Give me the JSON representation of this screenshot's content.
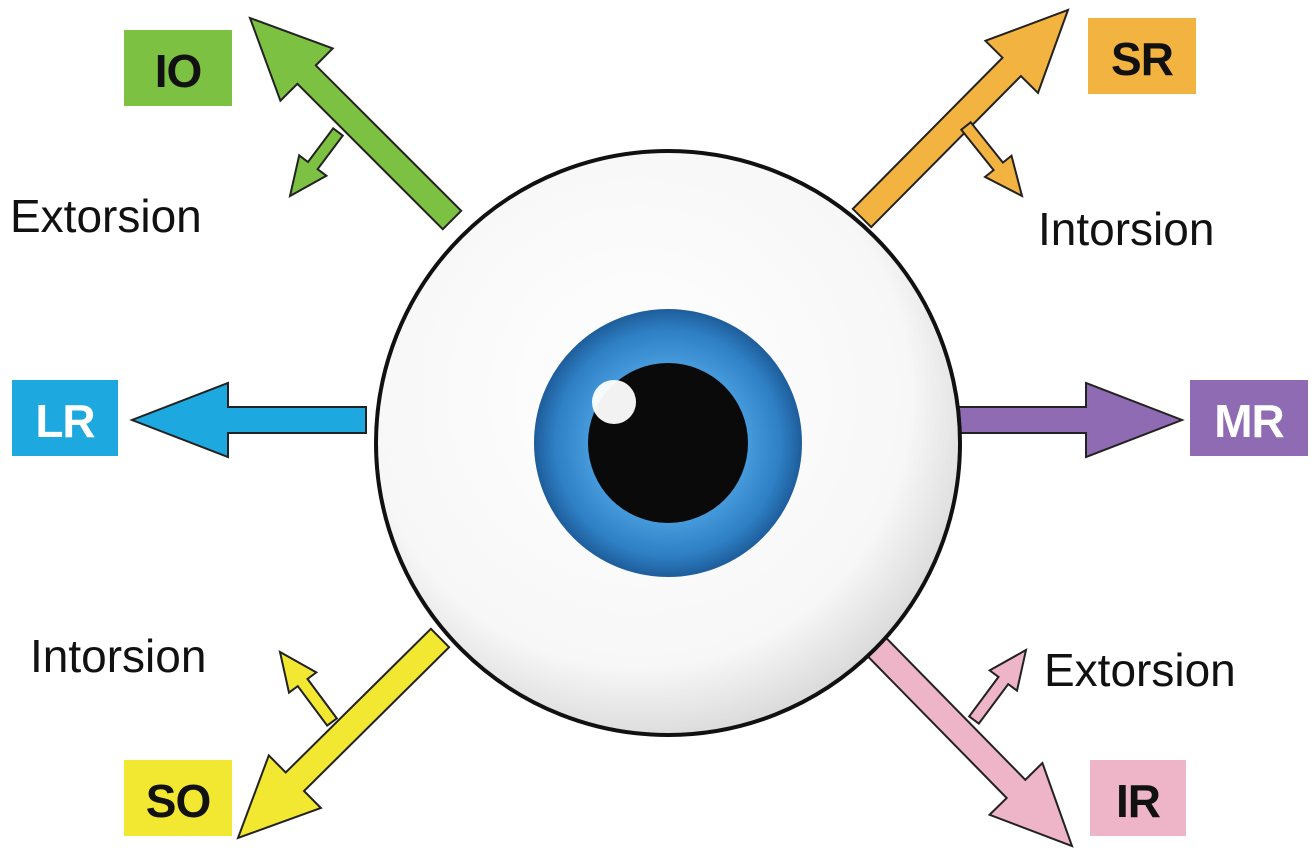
{
  "muscles": {
    "io": {
      "label": "IO",
      "color": "#7dc142",
      "text_color": "#111111"
    },
    "sr": {
      "label": "SR",
      "color": "#f3b340",
      "text_color": "#111111"
    },
    "lr": {
      "label": "LR",
      "color": "#1ea8e0",
      "text_color": "#ffffff"
    },
    "mr": {
      "label": "MR",
      "color": "#8e6bb3",
      "text_color": "#ffffff"
    },
    "so": {
      "label": "SO",
      "color": "#f2e832",
      "text_color": "#111111"
    },
    "ir": {
      "label": "IR",
      "color": "#eeb4c8",
      "text_color": "#111111"
    }
  },
  "torsion_labels": {
    "io": "Extorsion",
    "sr": "Intorsion",
    "so": "Intorsion",
    "ir": "Extorsion"
  },
  "colors": {
    "sclera": "#ffffff",
    "outline": "#111111",
    "iris": "#2e7fc4",
    "iris_dark": "#1f5f9d",
    "pupil": "#0a0a0a"
  }
}
